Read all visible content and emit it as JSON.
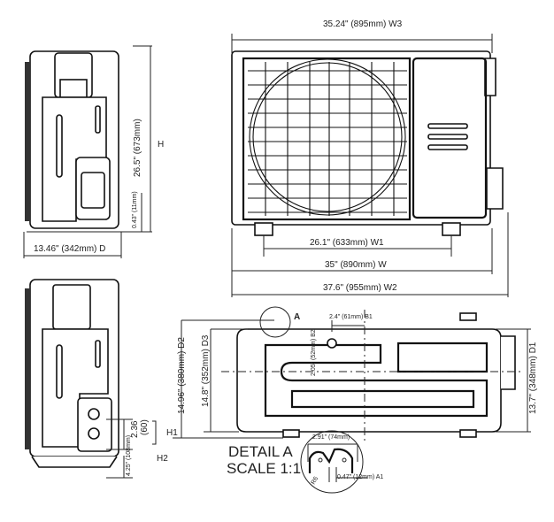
{
  "title": "Outdoor Unit Dimensions",
  "side_view": {
    "height_dim": "26.5\" (673mm)",
    "height_label": "H",
    "foot_dim": "0.43\" (11mm)",
    "depth_dim": "13.46\" (342mm)  D"
  },
  "front_view": {
    "w3": "35.24\" (895mm)  W3",
    "w1": "26.1\" (633mm)  W1",
    "w": "35\" (890mm)  W",
    "w2": "37.6\" (955mm)  W2"
  },
  "rear_view": {
    "h1_dim_a": "2.36",
    "h1_dim_b": "(60)",
    "h1_label": "H1",
    "h2_dim": "4.25\" (108mm)",
    "h2_label": "H2"
  },
  "top_view": {
    "d2": "14.96\" (380mm)  D2",
    "d3": "14.8\" (352mm)  D3",
    "d1": "13.7\" (348mm)  D1",
    "b1": "2.4\" (61mm) B1",
    "b2": "2.05\" (52mm) B2",
    "detail_marker": "A"
  },
  "detail": {
    "title_line1": "DETAIL A",
    "title_line2": "SCALE 1:1",
    "width_dim": "2.91\" (74mm)",
    "a1": "0.47\" (12mm) A1",
    "radius": "R6"
  }
}
